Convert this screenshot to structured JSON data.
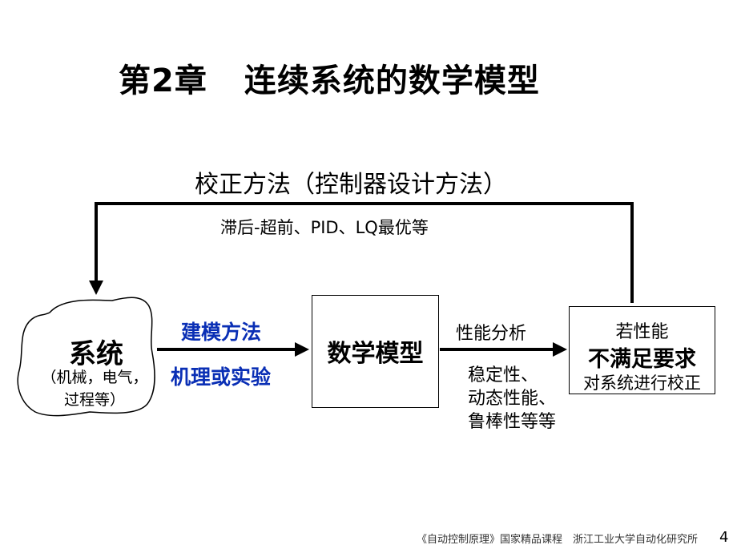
{
  "title": {
    "part1": "第2章",
    "part2": "连续系统的数学模型"
  },
  "feedback": {
    "label": "校正方法（控制器设计方法）",
    "sub": "滞后-超前、PID、LQ最优等"
  },
  "system": {
    "title": "系统",
    "sub_line1": "（机械，电气，",
    "sub_line2": "过程等）"
  },
  "modeling": {
    "line1": "建模方法",
    "line2": "机理或实验"
  },
  "model_box": {
    "label": "数学模型"
  },
  "analysis": {
    "label": "性能分析",
    "items": [
      "稳定性、",
      "动态性能、",
      "鲁棒性等等"
    ]
  },
  "check_box": {
    "line1": "若性能",
    "line2": "不满足要求",
    "line3": "对系统进行校正"
  },
  "footer": {
    "text": "《自动控制原理》国家精品课程　浙江工业大学自动化研究所",
    "page": "4"
  },
  "colors": {
    "method_text": "#0a2fb5"
  }
}
